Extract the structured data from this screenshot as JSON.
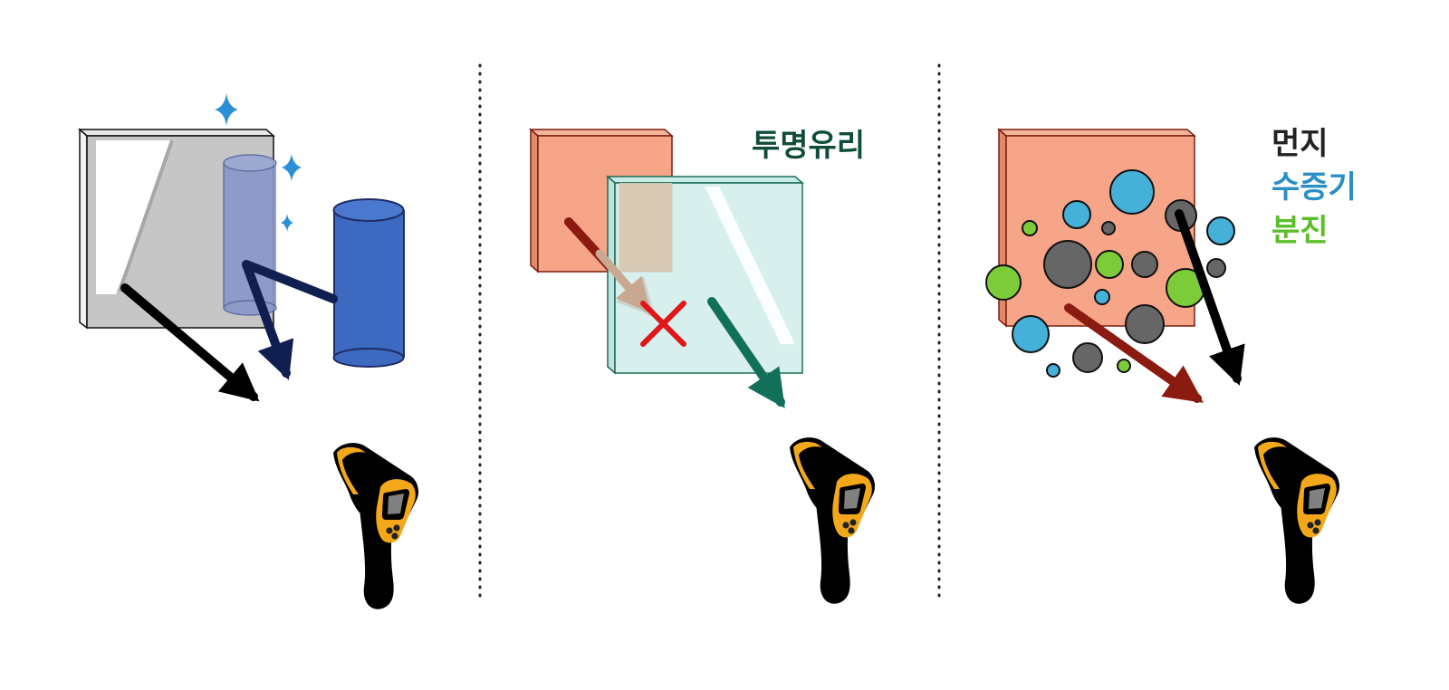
{
  "labels": {
    "glass": "투명유리",
    "dust": "먼지",
    "vapor": "수증기",
    "powder": "분진"
  },
  "colors": {
    "glass_label": "#0e4d3a",
    "dust": "#222222",
    "vapor": "#2a8fc4",
    "powder": "#5bbf2a",
    "target": "#f6a588",
    "vapor_particle": "#45b0d8",
    "dust_particle": "#666666",
    "powder_particle": "#7ccc3a",
    "glass_pane": "#d3eeeb",
    "mirror_pane": "#c6c6c6",
    "cylinder": "#3d69c0",
    "arrow_dark_navy": "#111e50",
    "arrow_green": "#12705a",
    "arrow_red": "#8b1a10",
    "cross": "#e0161a",
    "thermometer_body": "#000000",
    "thermometer_yellow": "#f2a81a"
  },
  "icons": [
    "sparkle-icon",
    "ir-thermometer-icon",
    "blocked-cross-icon"
  ],
  "panels": [
    "reflective-surface",
    "transparent-glass",
    "airborne-particles"
  ]
}
